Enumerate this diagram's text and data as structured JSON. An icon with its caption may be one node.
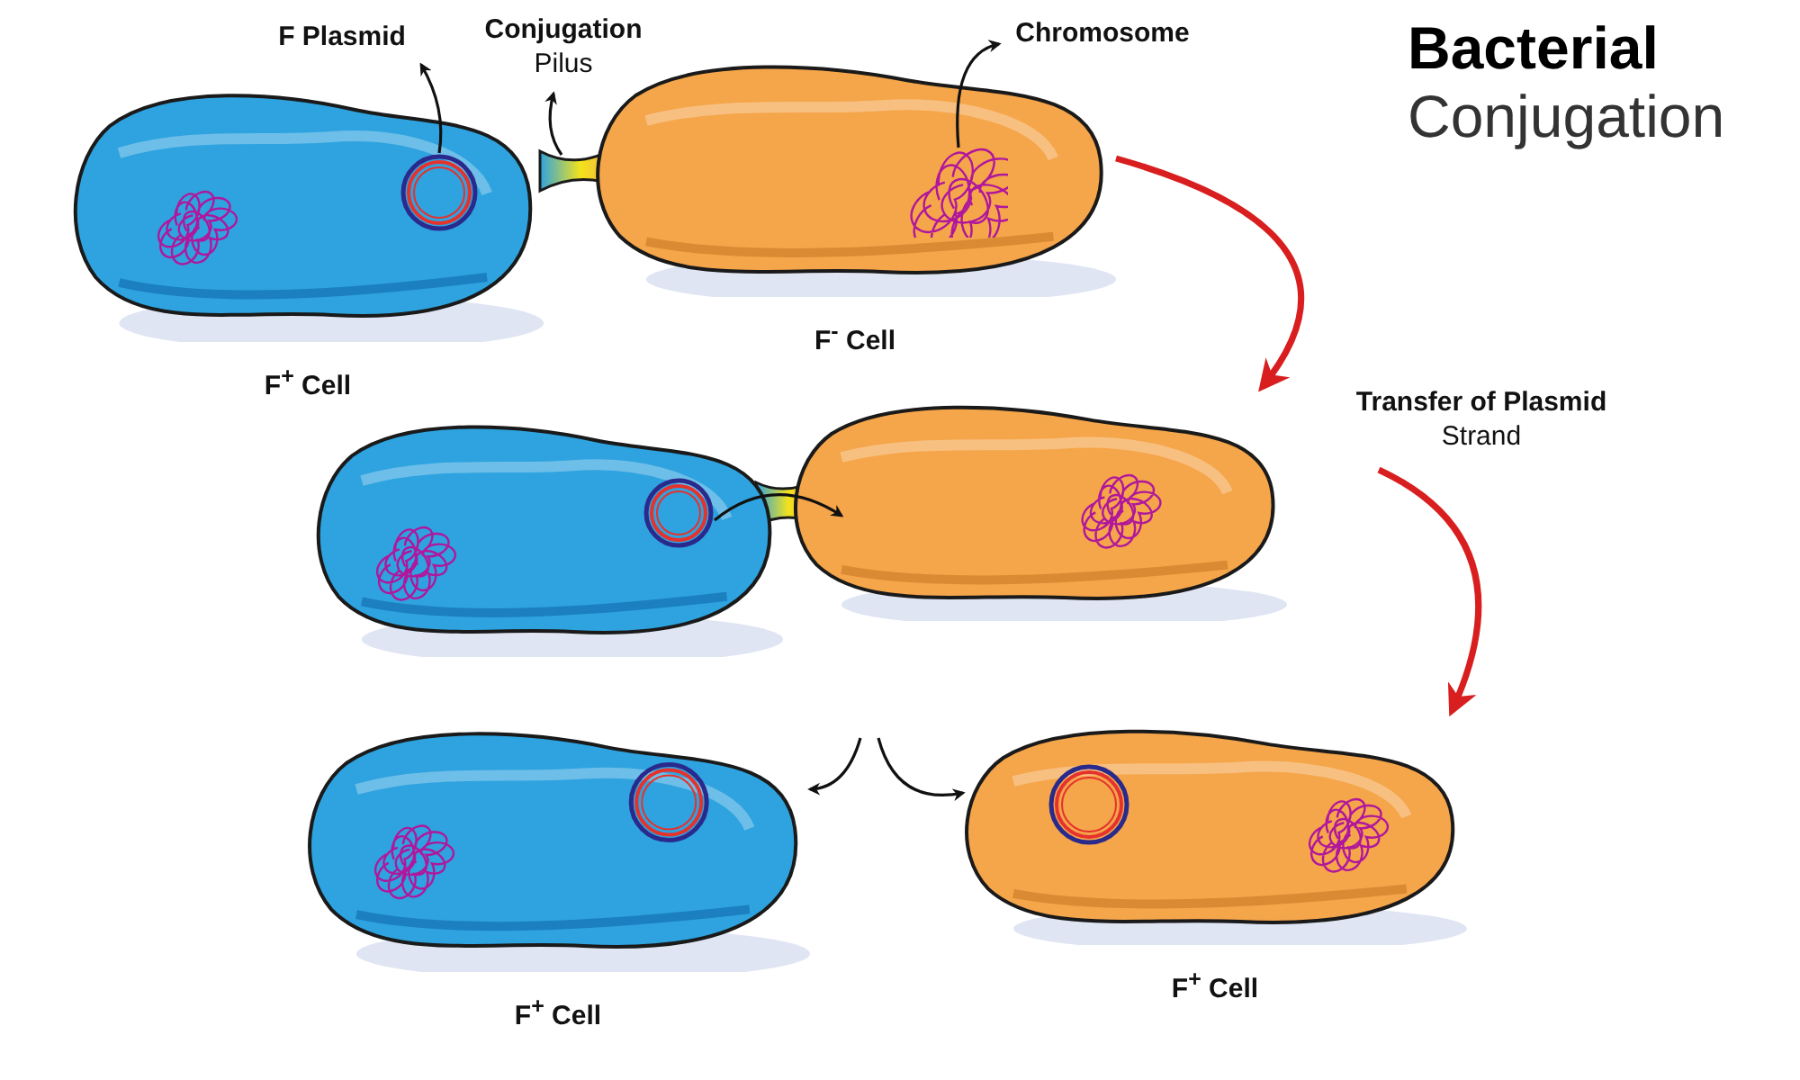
{
  "diagram": {
    "title": "**Bacterial** Conjugation",
    "nodes": [
      {
        "text": [
          "F$^{+}$ Cell"
        ]
      },
      {
        "text": [
          "F$^{-}$ Cell"
        ]
      },
      {
        "text": [],
        "shape": "picture"
      },
      {
        "text": [],
        "shape": "picture"
      },
      {
        "text": [
          "F$^{+}$ Cell"
        ]
      },
      {
        "text": [
          "F$^{+}$ Cell"
        ]
      },
      {
        "text": [
          "F Plasmid"
        ]
      },
      {
        "text": [],
        "shape": "circle",
        "in": 0
      },
      {
        "text": [
          "Conjugation",
          "Pilus"
        ]
      },
      {
        "text": [
          "Chromosome"
        ]
      },
      {
        "text": [],
        "shape": "picture",
        "in": 1
      },
      {
        "text": [
          "Transfer of Plasmid",
          "Strand"
        ]
      },
      {
        "text": [],
        "shape": "circle",
        "in": 2
      }
    ],
    "edges": [
      {
        "from": 7,
        "to": 6,
        "arrow": "to"
      },
      {
        "from": null,
        "to": 8,
        "arrow": "to"
      },
      {
        "from": 10,
        "to": 9,
        "arrow": "to"
      },
      {
        "from": 1,
        "to": 3,
        "arrow": "to",
        "style": "thick",
        "color": "#d81e1e"
      },
      {
        "from": 12,
        "to": 3,
        "arrow": "to"
      },
      {
        "from": 11,
        "to": 5,
        "arrow": "to",
        "style": "thick",
        "color": "#d81e1e"
      },
      {
        "from": null,
        "to": 4,
        "arrow": "to"
      },
      {
        "from": null,
        "to": 5,
        "arrow": "to"
      }
    ]
  }
}
